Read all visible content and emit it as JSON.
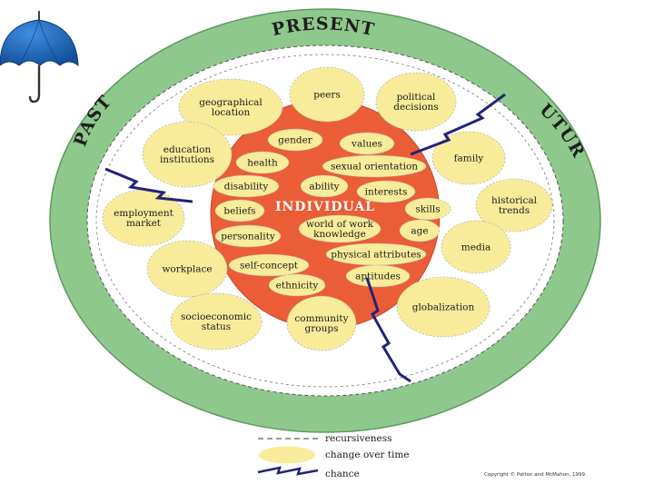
{
  "ring_labels": {
    "present": "PRESENT",
    "past": "PAST",
    "future": "FUTURE"
  },
  "center_title": "INDIVIDUAL",
  "inner_factors": [
    {
      "id": "gender",
      "label": [
        "gender"
      ]
    },
    {
      "id": "values",
      "label": [
        "values"
      ]
    },
    {
      "id": "health",
      "label": [
        "health"
      ]
    },
    {
      "id": "sexual-orientation",
      "label": [
        "sexual orientation"
      ]
    },
    {
      "id": "disability",
      "label": [
        "disability"
      ]
    },
    {
      "id": "ability",
      "label": [
        "ability"
      ]
    },
    {
      "id": "interests",
      "label": [
        "interests"
      ]
    },
    {
      "id": "beliefs",
      "label": [
        "beliefs"
      ]
    },
    {
      "id": "skills",
      "label": [
        "skills"
      ]
    },
    {
      "id": "world-of-work-knowledge",
      "label": [
        "world of work",
        "knowledge"
      ]
    },
    {
      "id": "personality",
      "label": [
        "personality"
      ]
    },
    {
      "id": "age",
      "label": [
        "age"
      ]
    },
    {
      "id": "physical-attributes",
      "label": [
        "physical attributes"
      ]
    },
    {
      "id": "self-concept",
      "label": [
        "self-concept"
      ]
    },
    {
      "id": "aptitudes",
      "label": [
        "aptitudes"
      ]
    },
    {
      "id": "ethnicity",
      "label": [
        "ethnicity"
      ]
    }
  ],
  "outer_factors": [
    {
      "id": "peers",
      "label": [
        "peers"
      ]
    },
    {
      "id": "political-decisions",
      "label": [
        "political",
        "decisions"
      ]
    },
    {
      "id": "geographical-location",
      "label": [
        "geographical",
        "location"
      ]
    },
    {
      "id": "education-institutions",
      "label": [
        "education",
        "institutions"
      ]
    },
    {
      "id": "family",
      "label": [
        "family"
      ]
    },
    {
      "id": "historical-trends",
      "label": [
        "historical",
        "trends"
      ]
    },
    {
      "id": "employment-market",
      "label": [
        "employment",
        "market"
      ]
    },
    {
      "id": "media",
      "label": [
        "media"
      ]
    },
    {
      "id": "workplace",
      "label": [
        "workplace"
      ]
    },
    {
      "id": "globalization",
      "label": [
        "globalization"
      ]
    },
    {
      "id": "socioeconomic-status",
      "label": [
        "socioeconomic",
        "status"
      ]
    },
    {
      "id": "community-groups",
      "label": [
        "community",
        "groups"
      ]
    }
  ],
  "legend": [
    {
      "id": "recursiveness",
      "label": "recursiveness"
    },
    {
      "id": "change-over-time",
      "label": "change over time"
    },
    {
      "id": "chance",
      "label": "chance"
    }
  ],
  "copyright": "Copyright © Patton and McMahon, 1999.",
  "colors": {
    "outer_ring": "#8fc88d",
    "ring_border": "#5f9a5f",
    "white_band": "#ffffff",
    "core": "#ea5d37",
    "oval_fill": "#f8ec9a",
    "oval_border": "#b5b5b5",
    "lightning": "#23237a",
    "umbrella": "#1f6ec4"
  },
  "icons": [
    "umbrella-icon",
    "lightning-bolt-icon"
  ]
}
